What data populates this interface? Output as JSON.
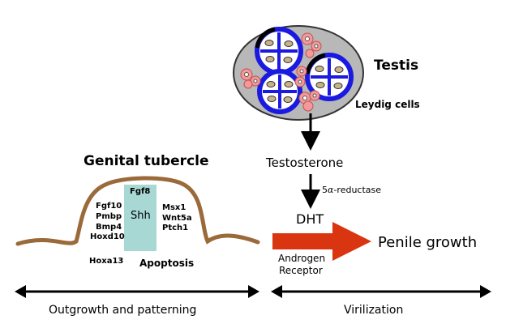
{
  "testis": {
    "title": "Testis",
    "cell_label": "Leydig cells"
  },
  "pathway": {
    "hormone": "Testosterone",
    "enzyme_greek": "α",
    "enzyme_prefix": "5",
    "enzyme_suffix": "-reductase",
    "product": "DHT",
    "receptor_line1": "Androgen",
    "receptor_line2": "Receptor",
    "outcome": "Penile growth"
  },
  "tubercle": {
    "title": "Genital tubercle",
    "center_signal": "Shh",
    "top_signal": "Fgf8",
    "left_genes": [
      "Fgf10",
      "Pmbp",
      "Bmp4",
      "Hoxd10"
    ],
    "right_genes": [
      "Msx1",
      "Wnt5a",
      "Ptch1"
    ],
    "bottom_gene": "Hoxa13",
    "process": "Apoptosis"
  },
  "timeline": {
    "left_phase": "Outgrowth and patterning",
    "right_phase": "Virilization"
  },
  "colors": {
    "tubercle_outline": "#9b6a3a",
    "shh_zone": "#a8d8d4",
    "arrow_red": "#d93510",
    "tubule_blue": "#1a1ae0",
    "leydig_pink": "#f29a9a",
    "testis_fill": "#b8b8b8"
  }
}
